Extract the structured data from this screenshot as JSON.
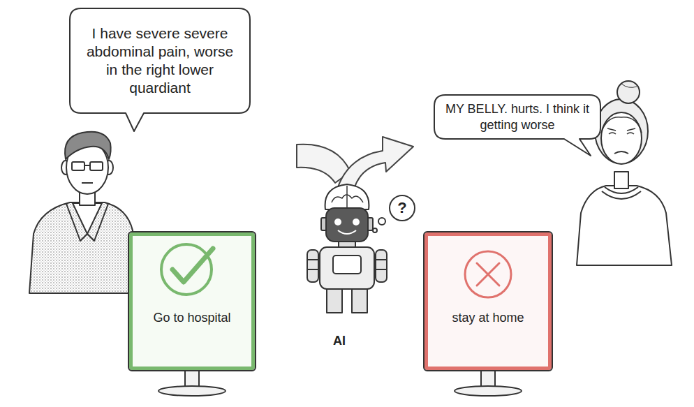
{
  "diagram": {
    "nodes": [
      {
        "text": [
          "I have severe severe abdominal pain, worse in the right lower quardiant"
        ]
      },
      {
        "text": [
          "MY BELLY. hurts. I think it getting worse"
        ]
      },
      {
        "text": [
          "Go to hospital"
        ]
      },
      {
        "text": [
          "?"
        ]
      },
      {
        "text": [
          "stay at home"
        ]
      }
    ],
    "labels": [
      "AI"
    ]
  }
}
